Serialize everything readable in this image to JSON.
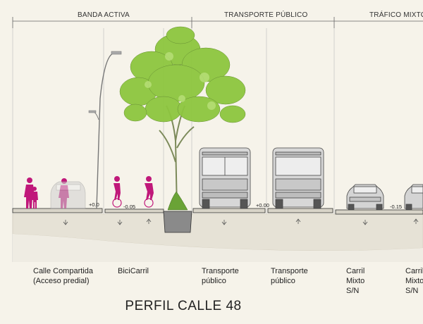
{
  "sections": [
    {
      "title": "BANDA ACTIVA"
    },
    {
      "title": "TRANSPORTE PÚBLICO"
    },
    {
      "title": "TRÁFICO MIXTO"
    }
  ],
  "lanes": [
    {
      "label": "Calle Compartida\n(Acceso predial)"
    },
    {
      "label": "BiciCarril"
    },
    {
      "label": "Transporte\npúblico"
    },
    {
      "label": "Transporte\npúblico"
    },
    {
      "label": "Carril\nMixto\nS/N"
    },
    {
      "label": "Carril\nMixto\nS/N"
    }
  ],
  "elevations": [
    "+0.0",
    "-0.05",
    "+0.00",
    "-0.15"
  ],
  "title": "PERFIL CALLE 48",
  "colors": {
    "background": "#f6f3ea",
    "tree_foliage": "#8dc63f",
    "pedestrian": "#c0187a",
    "vehicle": "#d9d9d9",
    "subgrade": "#e4e0d4"
  }
}
